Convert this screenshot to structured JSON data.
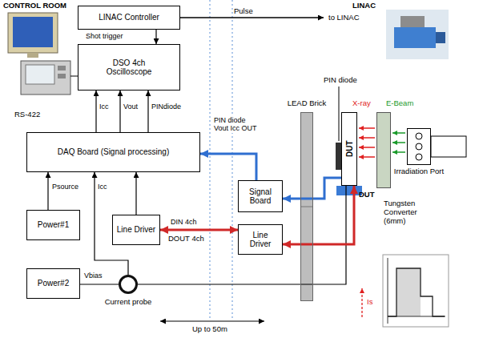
{
  "diagram": {
    "nodes": [
      {
        "text": [
          "LINAC Controller"
        ]
      },
      {
        "text": [
          "DSO 4ch Oscilloscope"
        ]
      },
      {
        "text": [
          "DAQ Board (Signal processing)"
        ]
      },
      {
        "text": [
          "Power#1"
        ]
      },
      {
        "text": [
          "Line Driver"
        ]
      },
      {
        "text": [
          "Power#2"
        ]
      },
      {
        "text": [
          "Current probe"
        ]
      },
      {
        "text": [
          "Signal Board"
        ]
      },
      {
        "text": [
          "Line Driver"
        ]
      },
      {
        "text": [
          "LEAD Brick"
        ]
      },
      {
        "text": [
          "DUT"
        ]
      },
      {
        "text": [
          "Tungsten Converter (6mm)"
        ]
      },
      {
        "text": [
          "Irradiation Port"
        ]
      }
    ],
    "edges": [
      {
        "from": 0,
        "to": 1,
        "arrow": "to",
        "label": "Shot trigger"
      },
      {
        "from": 2,
        "to": 1,
        "arrow": "to",
        "label": "Icc"
      },
      {
        "from": 2,
        "to": 1,
        "arrow": "to",
        "label": "Vout"
      },
      {
        "from": 2,
        "to": 1,
        "arrow": "to",
        "label": "PINdiode"
      },
      {
        "from": 7,
        "to": 2,
        "arrow": "to",
        "label": "PIN diode Vout Icc OUT"
      },
      {
        "from": 3,
        "to": 2,
        "arrow": "to",
        "label": "Psource"
      },
      {
        "from": 4,
        "to": 2,
        "arrow": "to"
      },
      {
        "from": 4,
        "to": 8,
        "arrow": "both",
        "label": "DIN 4ch"
      },
      {
        "from": 6,
        "to": 2,
        "arrow": "to",
        "label": "Icc"
      },
      {
        "from": 5,
        "to": 6,
        "arrow": "none",
        "label": "Vbias"
      },
      {
        "from": 6,
        "to": 10,
        "arrow": "none"
      },
      {
        "from": 10,
        "to": 7,
        "arrow": "to"
      },
      {
        "from": 10,
        "to": 8,
        "arrow": "both"
      }
    ],
    "labels": [
      "CONTROL ROOM",
      "LINAC",
      "Pulse",
      "to LINAC",
      "RS-422",
      "PIN diode",
      "X-ray",
      "E-Beam",
      "DUT",
      "DOUT 4ch",
      "Up to 50m",
      "Is"
    ]
  }
}
